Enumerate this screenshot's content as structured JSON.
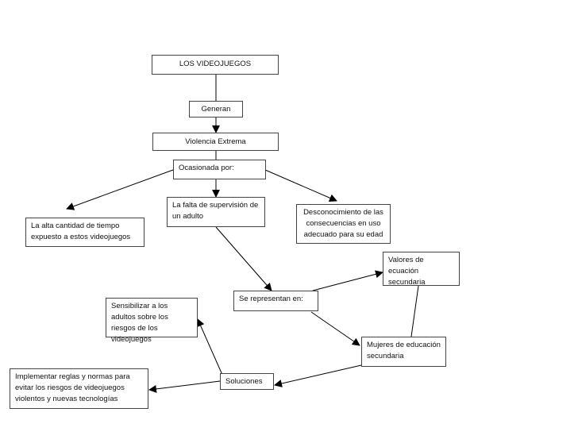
{
  "nodes": {
    "title": "LOS VIDEOJUEGOS",
    "generan": "Generan",
    "violencia": "Violencia Extrema",
    "ocasionada": "Ocasionada por:",
    "falta_supervision": "La falta de supervisión de un adulto",
    "alta_cantidad": "La alta cantidad de tiempo expuesto a estos videojuegos",
    "desconocimiento": "Desconocimiento de las consecuencias en uso adecuado para su edad",
    "valores": "Valores de ecuación secundaria",
    "se_representan": "Se representan en:",
    "mujeres": "Mujeres de educación secundaria",
    "sensibilizar": "Sensibilizar a los adultos sobre los riesgos de los videojuegos",
    "soluciones": "Soluciones",
    "implementar": "Implementar reglas y normas para evitar los riesgos de videojuegos violentos y nuevas tecnologías"
  }
}
